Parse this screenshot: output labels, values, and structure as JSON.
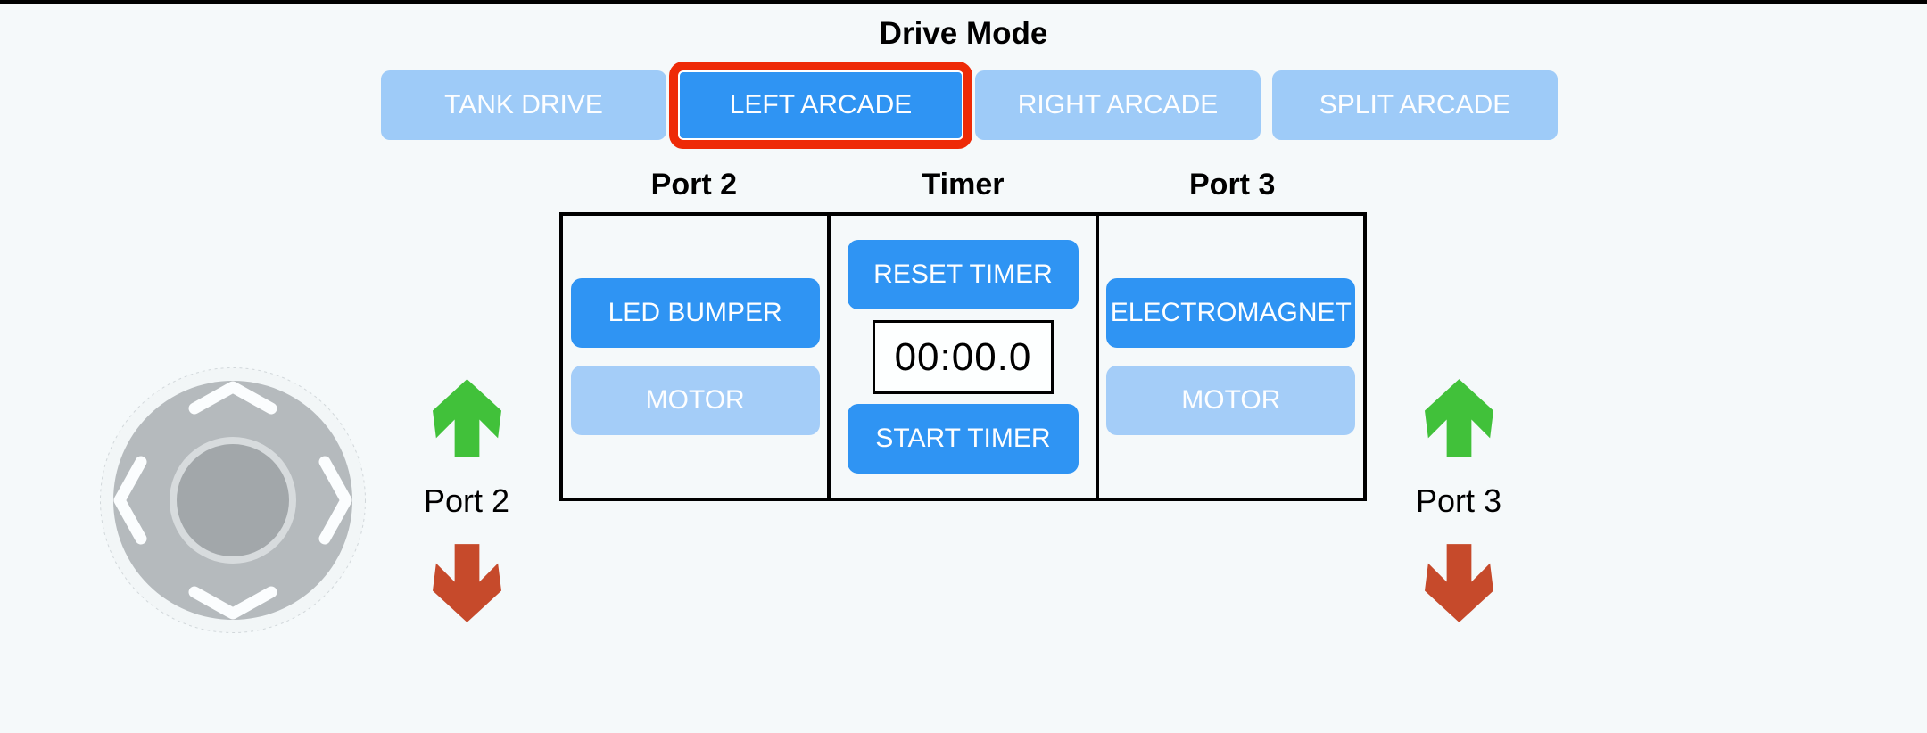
{
  "header": {
    "title": "Drive Mode"
  },
  "drive_modes": {
    "items": [
      {
        "label": "TANK DRIVE",
        "selected": false
      },
      {
        "label": "LEFT ARCADE",
        "selected": true
      },
      {
        "label": "RIGHT ARCADE",
        "selected": false
      },
      {
        "label": "SPLIT ARCADE",
        "selected": false
      }
    ]
  },
  "columns": {
    "port2_label": "Port 2",
    "timer_label": "Timer",
    "port3_label": "Port 3"
  },
  "port2_panel": {
    "buttons": [
      {
        "label": "LED BUMPER",
        "state": "active"
      },
      {
        "label": "MOTOR",
        "state": "inactive"
      }
    ]
  },
  "timer_panel": {
    "reset_label": "RESET TIMER",
    "display": "00:00.0",
    "start_label": "START TIMER"
  },
  "port3_panel": {
    "buttons": [
      {
        "label": "ELECTROMAGNET",
        "state": "active"
      },
      {
        "label": "MOTOR",
        "state": "inactive"
      }
    ]
  },
  "left_control": {
    "label": "Port 2",
    "up_icon": "green-up-arrow",
    "down_icon": "red-down-arrow"
  },
  "right_control": {
    "label": "Port 3",
    "up_icon": "green-up-arrow",
    "down_icon": "red-down-arrow"
  },
  "joystick": {
    "icon": "joystick-dpad",
    "chevrons": [
      "up",
      "left",
      "right",
      "down"
    ]
  },
  "colors": {
    "background": "#f5f9fa",
    "active_blue": "#2f94f3",
    "inactive_blue": "#9ecbf8",
    "selected_outline_red": "#ee2a07",
    "arrow_green": "#41c13a",
    "arrow_red": "#c64a2b",
    "joystick_gray": "#b5babd",
    "border_black": "#000000"
  }
}
